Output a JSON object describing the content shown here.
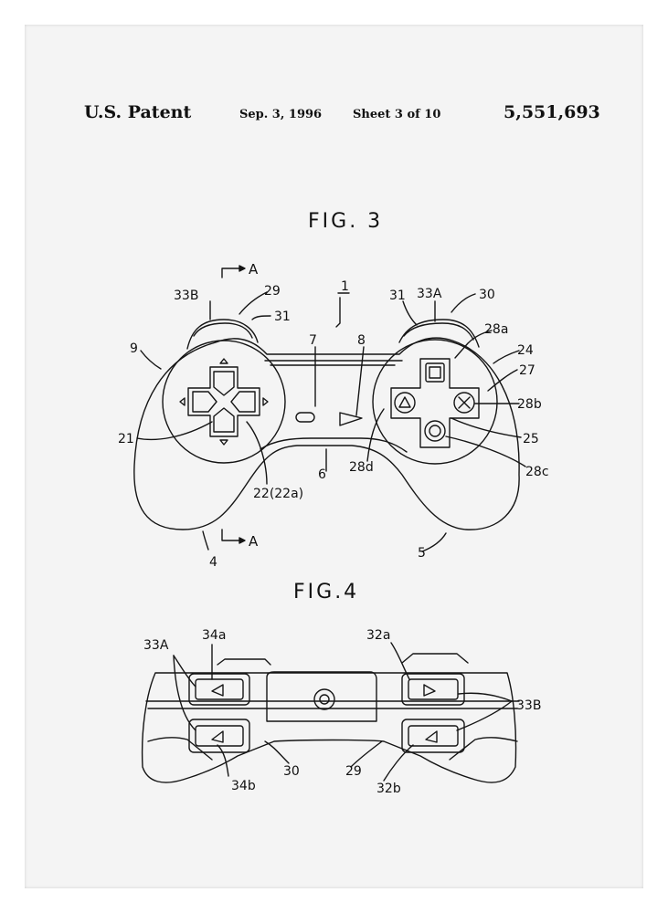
{
  "header": {
    "title": "U.S. Patent",
    "date": "Sep. 3, 1996",
    "sheet": "Sheet 3 of 10",
    "patent_number": "5,551,693"
  },
  "fig3": {
    "title": "FIG. 3",
    "labels": {
      "l1": "1",
      "l4": "4",
      "l5": "5",
      "l6": "6",
      "l7": "7",
      "l8": "8",
      "l9": "9",
      "l21": "21",
      "l22": "22(22a)",
      "l24": "24",
      "l25": "25",
      "l27": "27",
      "l28a": "28a",
      "l28b": "28b",
      "l28c": "28c",
      "l28d": "28d",
      "l29": "29",
      "l30": "30",
      "l31a": "31",
      "l31b": "31",
      "l33A": "33A",
      "l33B": "33B",
      "secA_top": "A",
      "secA_bottom": "A"
    }
  },
  "fig4": {
    "title": "FIG.4",
    "labels": {
      "l33A": "33A",
      "l34a": "34a",
      "l34b": "34b",
      "l30": "30",
      "l32a": "32a",
      "l32b": "32b",
      "l29": "29",
      "l33B": "33B"
    }
  }
}
